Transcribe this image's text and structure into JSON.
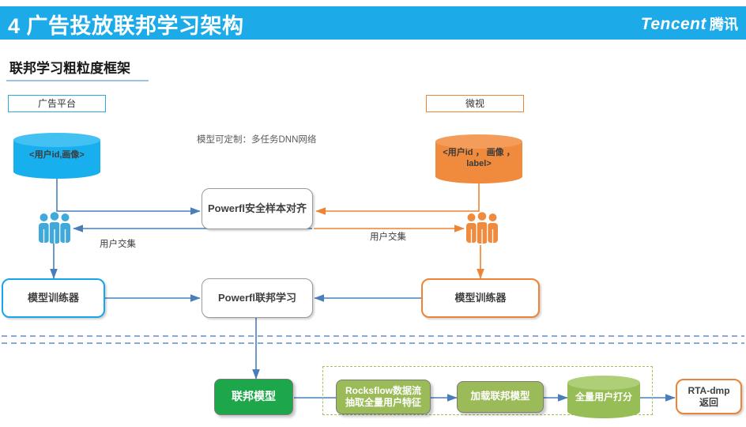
{
  "header": {
    "title": "4 广告投放联邦学习架构",
    "brand_en": "Tencent",
    "brand_cn": "腾讯",
    "bg_color": "#1CABE8"
  },
  "subtitle": "联邦学习粗粒度框架",
  "colors": {
    "blue": "#18AFEE",
    "orange": "#F08A3C",
    "green": "#1DA64A",
    "olive": "#9BBB59",
    "arrow_blue": "#4A7EBB",
    "arrow_orange": "#ED8333",
    "gray_border": "#9A9A9A"
  },
  "diagram": {
    "left_platform_label": "广告平台",
    "right_platform_label": "微视",
    "left_cylinder": "<用户id,画像>",
    "right_cylinder": "<用户id ， 画像 ，\nlabel>",
    "right_cylinder_line1": "<用户id ， 画像 ，",
    "right_cylinder_line2": "label>",
    "model_note": "模型可定制：多任务DNN网络",
    "align_box": "Powerfl安全样本对齐",
    "fl_box": "Powerfl联邦学习",
    "left_intersection_caption": "用户交集",
    "right_intersection_caption": "用户交集",
    "left_trainer": "模型训练器",
    "right_trainer": "模型训练器",
    "federated_model": "联邦模型",
    "rocksflow_line1": "Rocksflow数据流",
    "rocksflow_line2": "抽取全量用户特征",
    "load_model": "加载联邦模型",
    "score_cylinder": "全量用户打分",
    "rta_line1": "RTA-dmp",
    "rta_line2": "返回"
  }
}
